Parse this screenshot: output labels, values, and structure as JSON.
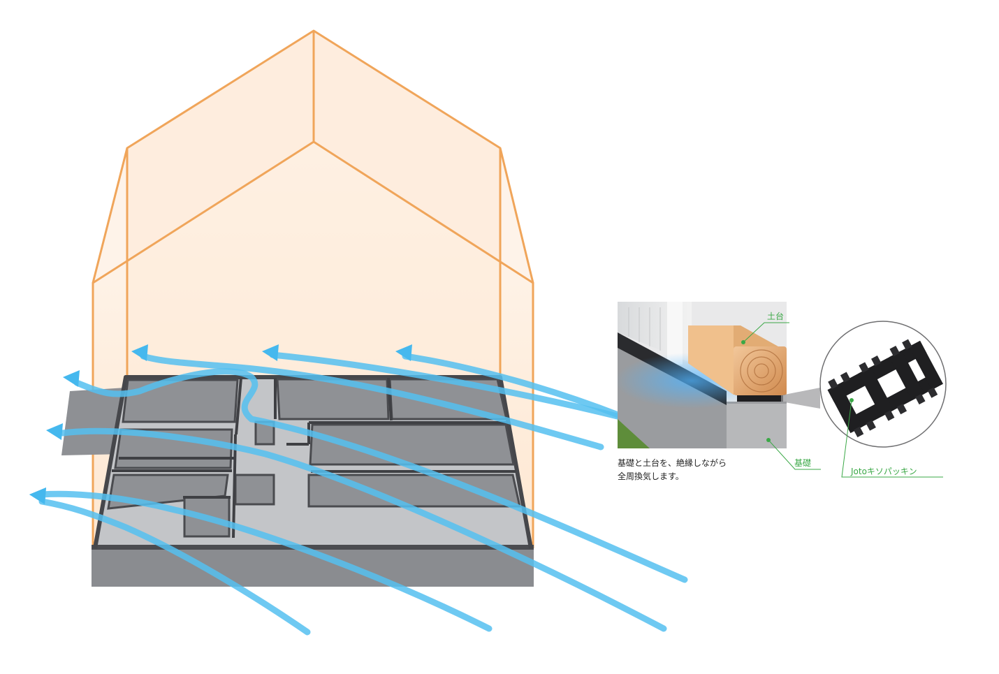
{
  "labels": {
    "sill": "土台",
    "foundation": "基礎",
    "packing": "Jotoキソパッキン"
  },
  "caption": {
    "line1": "基礎と土台を、絶縁しながら",
    "line2": "全周換気します。"
  },
  "colors": {
    "house_outline": "#f0a55a",
    "house_fill": "#fde7d2",
    "airflow": "#5bc4f0",
    "label_green": "#3aa846",
    "foundation_gray": "#8a8c90",
    "slab_gray": "#b4b6ba",
    "packing_black": "#1e1e20",
    "wood": "#d9a06a"
  },
  "icons": {
    "airflow_arrow": "airflow-arrow-icon",
    "zoom_circle": "magnifier-circle-icon"
  }
}
